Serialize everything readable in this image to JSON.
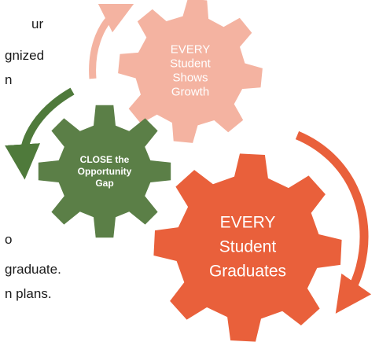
{
  "left_text_fragments": [
    "ur",
    "gnized",
    "n",
    "o",
    "graduate.",
    "n plans."
  ],
  "gears": [
    {
      "id": "growth",
      "label_lines": [
        "EVERY",
        "Student",
        "Shows",
        "Growth"
      ],
      "color": "#f4b3a1"
    },
    {
      "id": "opportunity",
      "label_lines": [
        "CLOSE the",
        "Opportunity",
        "Gap"
      ],
      "color": "#5b7f47"
    },
    {
      "id": "graduates",
      "label_lines": [
        "EVERY",
        "Student",
        "Graduates"
      ],
      "color": "#e9603b"
    }
  ],
  "arrows": [
    {
      "id": "pink-arc",
      "color": "#f4b3a1"
    },
    {
      "id": "green-arc",
      "color": "#4f7a3b"
    },
    {
      "id": "orange-arc",
      "color": "#e9603b"
    }
  ]
}
